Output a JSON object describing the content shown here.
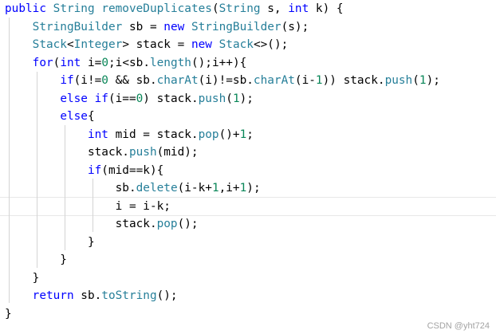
{
  "editor": {
    "lines": [
      {
        "tokens": [
          {
            "t": "public",
            "k": "kw"
          },
          {
            "t": " "
          },
          {
            "t": "String",
            "k": "ty"
          },
          {
            "t": " "
          },
          {
            "t": "removeDuplicates",
            "k": "fn"
          },
          {
            "t": "("
          },
          {
            "t": "String",
            "k": "ty"
          },
          {
            "t": " s, "
          },
          {
            "t": "int",
            "k": "kw"
          },
          {
            "t": " k) {"
          }
        ]
      },
      {
        "tokens": [
          {
            "t": "    "
          },
          {
            "t": "StringBuilder",
            "k": "ty"
          },
          {
            "t": " sb = "
          },
          {
            "t": "new",
            "k": "kw"
          },
          {
            "t": " "
          },
          {
            "t": "StringBuilder",
            "k": "ty"
          },
          {
            "t": "(s);"
          }
        ]
      },
      {
        "tokens": [
          {
            "t": "    "
          },
          {
            "t": "Stack",
            "k": "ty"
          },
          {
            "t": "<"
          },
          {
            "t": "Integer",
            "k": "ty"
          },
          {
            "t": "> stack = "
          },
          {
            "t": "new",
            "k": "kw"
          },
          {
            "t": " "
          },
          {
            "t": "Stack",
            "k": "ty"
          },
          {
            "t": "<>();"
          }
        ]
      },
      {
        "tokens": [
          {
            "t": "    "
          },
          {
            "t": "for",
            "k": "kw"
          },
          {
            "t": "("
          },
          {
            "t": "int",
            "k": "kw"
          },
          {
            "t": " i="
          },
          {
            "t": "0",
            "k": "num"
          },
          {
            "t": ";i<sb."
          },
          {
            "t": "length",
            "k": "fn"
          },
          {
            "t": "();i++){"
          }
        ]
      },
      {
        "tokens": [
          {
            "t": "        "
          },
          {
            "t": "if",
            "k": "kw"
          },
          {
            "t": "(i!="
          },
          {
            "t": "0",
            "k": "num"
          },
          {
            "t": " && sb."
          },
          {
            "t": "charAt",
            "k": "fn"
          },
          {
            "t": "(i)!=sb."
          },
          {
            "t": "charAt",
            "k": "fn"
          },
          {
            "t": "(i-"
          },
          {
            "t": "1",
            "k": "num"
          },
          {
            "t": ")) stack."
          },
          {
            "t": "push",
            "k": "fn"
          },
          {
            "t": "("
          },
          {
            "t": "1",
            "k": "num"
          },
          {
            "t": ");"
          }
        ]
      },
      {
        "tokens": [
          {
            "t": "        "
          },
          {
            "t": "else",
            "k": "kw"
          },
          {
            "t": " "
          },
          {
            "t": "if",
            "k": "kw"
          },
          {
            "t": "(i=="
          },
          {
            "t": "0",
            "k": "num"
          },
          {
            "t": ") stack."
          },
          {
            "t": "push",
            "k": "fn"
          },
          {
            "t": "("
          },
          {
            "t": "1",
            "k": "num"
          },
          {
            "t": ");"
          }
        ]
      },
      {
        "tokens": [
          {
            "t": "        "
          },
          {
            "t": "else",
            "k": "kw"
          },
          {
            "t": "{"
          }
        ]
      },
      {
        "tokens": [
          {
            "t": "            "
          },
          {
            "t": "int",
            "k": "kw"
          },
          {
            "t": " mid = stack."
          },
          {
            "t": "pop",
            "k": "fn"
          },
          {
            "t": "()+"
          },
          {
            "t": "1",
            "k": "num"
          },
          {
            "t": ";"
          }
        ]
      },
      {
        "tokens": [
          {
            "t": "            stack."
          },
          {
            "t": "push",
            "k": "fn"
          },
          {
            "t": "(mid);"
          }
        ]
      },
      {
        "tokens": [
          {
            "t": "            "
          },
          {
            "t": "if",
            "k": "kw"
          },
          {
            "t": "(mid==k){"
          }
        ]
      },
      {
        "tokens": [
          {
            "t": "                sb."
          },
          {
            "t": "delete",
            "k": "fn"
          },
          {
            "t": "(i-k+"
          },
          {
            "t": "1",
            "k": "num"
          },
          {
            "t": ",i+"
          },
          {
            "t": "1",
            "k": "num"
          },
          {
            "t": ");"
          }
        ]
      },
      {
        "tokens": [
          {
            "t": "                i = i-k;"
          }
        ]
      },
      {
        "tokens": [
          {
            "t": "                stack."
          },
          {
            "t": "pop",
            "k": "fn"
          },
          {
            "t": "();"
          }
        ]
      },
      {
        "tokens": [
          {
            "t": "            }"
          }
        ]
      },
      {
        "tokens": [
          {
            "t": "        }"
          }
        ]
      },
      {
        "tokens": [
          {
            "t": "    }"
          }
        ]
      },
      {
        "tokens": [
          {
            "t": "    "
          },
          {
            "t": "return",
            "k": "kw"
          },
          {
            "t": " sb."
          },
          {
            "t": "toString",
            "k": "fn"
          },
          {
            "t": "();"
          }
        ]
      },
      {
        "tokens": [
          {
            "t": "}"
          }
        ]
      }
    ],
    "current_line": 12
  },
  "watermark": "CSDN @yht724",
  "colors": {
    "keyword": "#0000ff",
    "type": "#267f99",
    "method": "#267f99",
    "number": "#098658",
    "plain": "#000000"
  }
}
